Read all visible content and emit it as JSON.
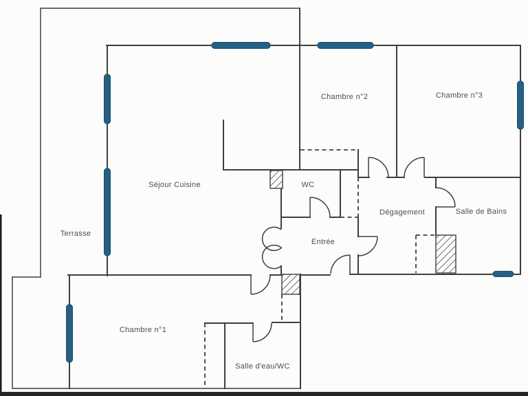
{
  "plan": {
    "type": "apartment-floor-plan",
    "rooms": {
      "terrasse": {
        "label": "Terrasse"
      },
      "sejour_cuisine": {
        "label": "Séjour Cuisine"
      },
      "chambre2": {
        "label": "Chambre n°2"
      },
      "chambre3": {
        "label": "Chambre n°3"
      },
      "wc": {
        "label": "WC"
      },
      "degagement": {
        "label": "Dégagement"
      },
      "salle_de_bains": {
        "label": "Salle de Bains"
      },
      "entree": {
        "label": "Entrée"
      },
      "chambre1": {
        "label": "Chambre n°1"
      },
      "salle_eau_wc": {
        "label": "Salle d'eau/WC"
      }
    },
    "colors": {
      "wall": "#3e3e3e",
      "window": "#266084",
      "window_border": "#174e6b",
      "label": "#4d4d4d",
      "background": "#fcfcfb"
    }
  }
}
